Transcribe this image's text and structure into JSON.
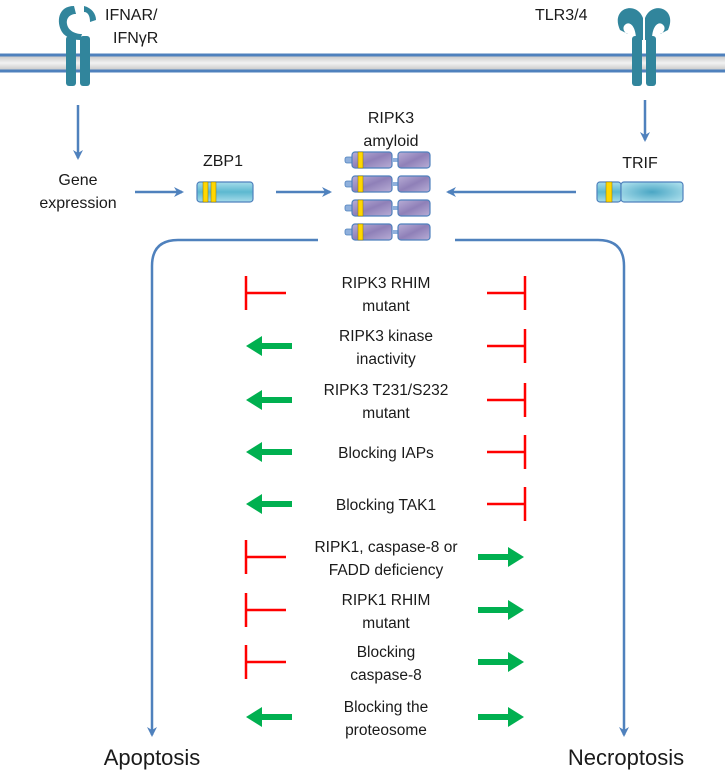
{
  "receptors": {
    "ifn": {
      "line1": "IFNAR/",
      "line2": "IFNγR"
    },
    "tlr": {
      "label": "TLR3/4"
    }
  },
  "nodes": {
    "gene_expression": {
      "line1": "Gene",
      "line2": "expression"
    },
    "zbp1": "ZBP1",
    "ripk3": {
      "line1": "RIPK3",
      "line2": "amyloid"
    },
    "trif": "TRIF"
  },
  "outcomes": {
    "left": "Apoptosis",
    "right": "Necroptosis"
  },
  "conditions": [
    {
      "line1": "RIPK3 RHIM",
      "line2": "mutant",
      "apoptosis": "inhibit",
      "necroptosis": "inhibit"
    },
    {
      "line1": "RIPK3 kinase",
      "line2": "inactivity",
      "apoptosis": "promote",
      "necroptosis": "inhibit"
    },
    {
      "line1": "RIPK3 T231/S232",
      "line2": "mutant",
      "apoptosis": "promote",
      "necroptosis": "inhibit"
    },
    {
      "line1": "Blocking IAPs",
      "line2": "",
      "apoptosis": "promote",
      "necroptosis": "inhibit"
    },
    {
      "line1": "Blocking TAK1",
      "line2": "",
      "apoptosis": "promote",
      "necroptosis": "inhibit"
    },
    {
      "line1": "RIPK1, caspase-8 or",
      "line2": "FADD deficiency",
      "apoptosis": "inhibit",
      "necroptosis": "promote"
    },
    {
      "line1": "RIPK1 RHIM",
      "line2": "mutant",
      "apoptosis": "inhibit",
      "necroptosis": "promote"
    },
    {
      "line1": "Blocking",
      "line2": "caspase-8",
      "apoptosis": "inhibit",
      "necroptosis": "promote"
    },
    {
      "line1": "Blocking the",
      "line2": "proteosome",
      "apoptosis": "promote",
      "necroptosis": "promote"
    }
  ],
  "colors": {
    "membrane": "#4f81bd",
    "arrow": "#4f81bd",
    "receptor": "#31859c",
    "inhibit": "#ff0000",
    "promote": "#00b050",
    "rhim": "#ffd700",
    "ripk3_fill": "#9d8fbf",
    "zbp1_fill": "#6cc3d8"
  }
}
